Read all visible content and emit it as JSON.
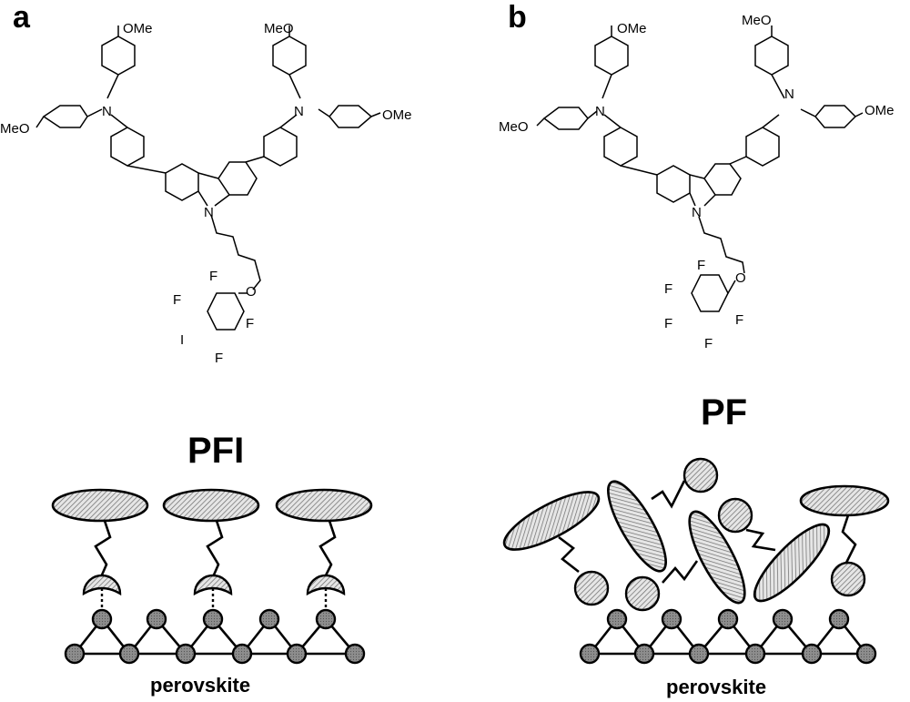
{
  "panels": [
    {
      "letter": "a",
      "molecule": {
        "substituents": {
          "methoxy_left": "MeO",
          "methoxy_right": "OMe",
          "methoxy_top_left": "OMe",
          "methoxy_top_right": "MeO"
        },
        "atoms": {
          "amine": "N",
          "carbazole_n": "N",
          "ether_o": "O"
        },
        "halogen_ring": [
          "F",
          "F",
          "F",
          "F",
          "I"
        ]
      },
      "name": "PFI",
      "substrate_label": "perovskite"
    },
    {
      "letter": "b",
      "molecule": {
        "substituents": {
          "methoxy_left": "MeO",
          "methoxy_right": "OMe",
          "methoxy_top_left": "OMe",
          "methoxy_top_right": "MeO"
        },
        "atoms": {
          "amine": "N",
          "carbazole_n": "N",
          "ether_o": "O"
        },
        "halogen_ring": [
          "F",
          "F",
          "F",
          "F",
          "F"
        ]
      },
      "name": "PF",
      "substrate_label": "perovskite"
    }
  ],
  "colors": {
    "ink": "#000000",
    "fill_gray": "#8a8a8a",
    "hatch": "#555555"
  }
}
